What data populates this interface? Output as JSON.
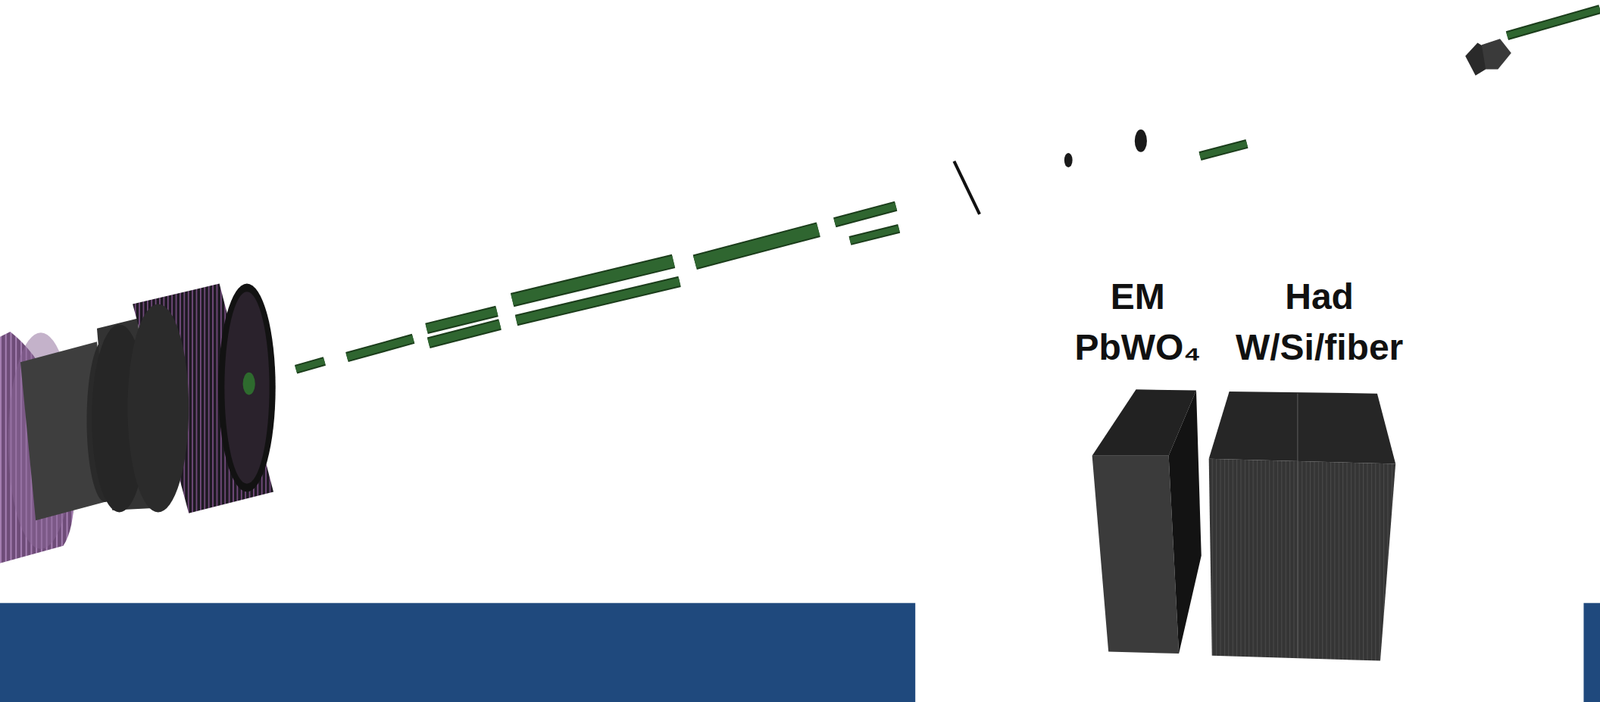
{
  "diagram": {
    "nodes": [
      {
        "text": [
          "EM",
          "PbWO₄"
        ]
      },
      {
        "text": [
          "Had",
          "W/Si/fiber"
        ]
      }
    ]
  }
}
